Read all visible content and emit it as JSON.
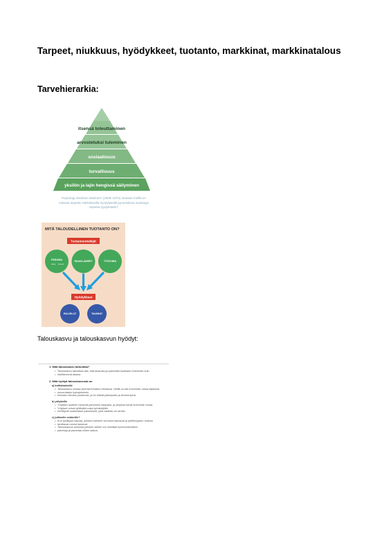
{
  "document": {
    "title": "Tarpeet, niukkuus, hyödykkeet, tuotanto, markkinat, markkinatalous",
    "section_heading": "Tarvehierarkia:",
    "growth_heading": "Talouskasvu ja talouskasvun hyödyt:"
  },
  "pyramid": {
    "levels": [
      "itsensä toteuttaminen",
      "arvostetuksi tuleminen",
      "sosiaalisuus",
      "turvallisuus",
      "yksilön ja lajin hengissä säilyminen"
    ],
    "colors": [
      "#a5cea6",
      "#95c497",
      "#83b985",
      "#6fae72",
      "#5aa25d"
    ],
    "caption": "Psykologi Abraham Maslow'n (1908–1970) mukaan meillä on erilaisia tarpeita. Minkälaisilla hyödykkeillä pyramidissa mainittuja tarpeita tyydytetään?"
  },
  "infographic": {
    "title": "MITÄ TALOUDELLINEN TUOTANTO ON?",
    "factors_label": "Tuotannontekijät",
    "factors": [
      "PÄÄOMA",
      "RAAKA-AINEET",
      "TYÖVOIMA"
    ],
    "factor_sub": [
      "rahat",
      "koneet"
    ],
    "goods_label": "Hyödykkeet",
    "goods": [
      "PALVELUT",
      "TAVARAT"
    ],
    "colors": {
      "green": "#43a85a",
      "blue": "#3658a8",
      "red": "#d93a2b",
      "arrow": "#1f9ee0",
      "bg": "#f6dcc6"
    }
  },
  "notes": {
    "q1": "1. Mitä talouskasvu tarkoittaa?",
    "q1_bullets": [
      "Talouskasvu tarkoittaa sitä, että tavaroita ja palveluita tuotetaan enemmän kuin",
      "edeltäneenä aikana."
    ],
    "q2": "2. Mitä hyötyä talouskasvusta on",
    "a_label": "a)   kotitalouksille",
    "a_bullets": [
      "Talouskasvu nostaa yleensä ihmisten elintasoa. Heillä on siis enemmän rahaa käytössä",
      "monenlaisiin hyödykkeisiin.",
      "Ihmisten elinolot paranevat, ja he elävät pidempään ja terveempinä."
    ],
    "b_label": "b)   yrityksille",
    "b_bullets": [
      "Yritysten tuotteet menevät paremmin kaupaksi, ja yritykset tulvat enemmän rahaa.",
      "Yritykset voivat työllistää uusia työntekijöitä.",
      "Kehittyvät uudenlaiset palvelukset, joita asiakas voi tarvita."
    ],
    "c_label": "c)   julkiselle sektorille?",
    "c_bullets": [
      "Kun työllisyys kasvaa, julkisen sektorin verotulot kasvavat ja työttömyyden hoitoon",
      "tarvittavat menot laskevat.",
      "Talouskasvun ansiosta julkinen sektori voi rahoittaa hyvinvointivaltion",
      "palveluja ja parantaa niiden laatua."
    ]
  }
}
